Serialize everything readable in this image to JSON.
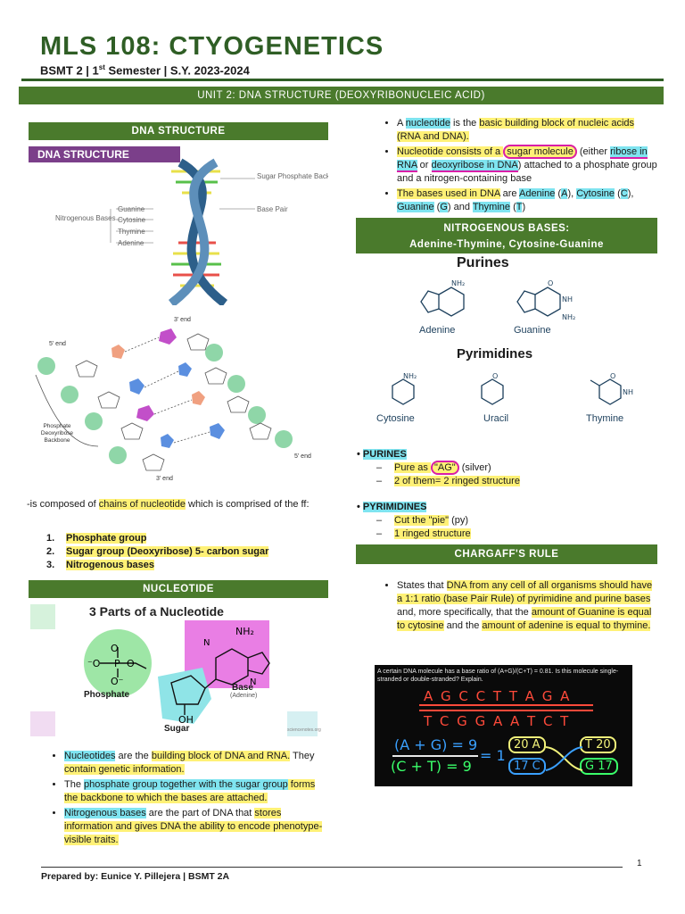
{
  "header": {
    "title": "MLS 108: CTYOGENETICS",
    "subtitle_prefix": "BSMT 2 | 1",
    "subtitle_sup": "st",
    "subtitle_suffix": " Semester | S.Y. 2023-2024"
  },
  "unit_bar": "UNIT 2: DNA STRUCTURE (DEOXYRIBONUCLEIC ACID)",
  "left": {
    "dna_structure_bar": "DNA STRUCTURE",
    "figure1": {
      "banner": "DNA STRUCTURE",
      "labels": {
        "sugar_phosphate": "Sugar Phosphate Backbone",
        "base_pair": "Base Pair",
        "nitrogenous": "Nitrogenous Bases",
        "guanine": "Guanine",
        "cytosine": "Cytosine",
        "thymine": "Thymine",
        "adenine": "Adenine"
      }
    },
    "figure2": {
      "five_end_left": "5' end",
      "three_end_top": "3' end",
      "five_end_right": "5' end",
      "three_end_bottom": "3' end",
      "backbone_label": "Phosphate Deoxyribose Backbone"
    },
    "composed": {
      "prefix": "-is composed of ",
      "highlight": "chains of nucleotide",
      "suffix": " which is comprised of the ff:"
    },
    "components": [
      {
        "num": "1.",
        "text": "Phosphate group"
      },
      {
        "num": "2.",
        "a": "Sugar group (Deoxyribose) 5",
        "b": "- carbon sugar"
      },
      {
        "num": "3.",
        "text": "Nitrogenous bases"
      }
    ],
    "nucleotide_bar": "NUCLEOTIDE",
    "figure3": {
      "title": "3 Parts of a Nucleotide",
      "phosphate": "Phosphate",
      "sugar": "Sugar",
      "base": "Base",
      "base_sub": "(Adenine)",
      "credit": "sciencenotes.org"
    },
    "bullets": [
      {
        "a": "Nucleotides",
        "b": " are the ",
        "c": "building block of DNA and RNA.",
        "d": " They ",
        "e": "contain genetic information."
      },
      {
        "a": "The ",
        "b": "phosphate group together with the sugar group",
        "c": " forms the backbone to which the bases are attached."
      },
      {
        "a": "Nitrogenous bases",
        "b": " are the part of DNA that ",
        "c": "stores information and gives",
        "d": " DNA the ability to encode phenotype",
        "e": "-visible traits."
      }
    ]
  },
  "right": {
    "bullets_top": [
      {
        "a": "A ",
        "b": "nucleotide",
        "c": " is the ",
        "d": "basic building block of nucleic acids (RNA and DNA)."
      },
      {
        "a": "Nucleotide consists of a ",
        "b": "sugar molecule",
        "c": " (either ",
        "d": "ribose in RNA",
        "e": " or ",
        "f": "deoxyribose in DNA",
        "g": ") attached to a phosphate group and a nitrogen-containing base"
      },
      {
        "a": "The bases used in DNA",
        "b": " are ",
        "c": "Adenine",
        "d": " (",
        "e": "A",
        "f": "), ",
        "g": "Cytosine",
        "h": " (",
        "i": "C",
        "j": "), ",
        "k": "Guanine",
        "l": " (",
        "m": "G",
        "n": ") and ",
        "o": "Thymine",
        "p": " (",
        "q": "T",
        "r": ")"
      }
    ],
    "nitro_bar_line1": "NITROGENOUS BASES:",
    "nitro_bar_line2": "Adenine-Thymine, Cytosine-Guanine",
    "purines_title": "Purines",
    "pyrimidines_title": "Pyrimidines",
    "bases": {
      "adenine": "Adenine",
      "guanine": "Guanine",
      "cytosine": "Cytosine",
      "uracil": "Uracil",
      "thymine": "Thymine"
    },
    "purines_head": "PURINES",
    "purines_items": [
      {
        "dash": "–",
        "a": "Pure as ",
        "b": "\"AG\"",
        "c": " (silver)"
      },
      {
        "dash": "–",
        "a": "2 of them= 2 ringed structure"
      }
    ],
    "pyrimidines_head": "PYRIMIDINES",
    "pyrimidines_items": [
      {
        "dash": "–",
        "a": "Cut",
        "b": " the \"pie\"",
        "c": " (py)"
      },
      {
        "dash": "–",
        "a": "1 ringed structure"
      }
    ],
    "chargaff_bar": "CHARGAFF'S RULE",
    "chargaff": {
      "a": "States that ",
      "b": "DNA from any cell of all organisms should have a 1:1 ratio (base Pair Rule) of pyrimidine and purine bases",
      "c": " and, more specifically, that the ",
      "d": "amount of Guanine is equal to cytosine",
      "e": " and the ",
      "f": "amount of adenine is equal to thymine."
    },
    "board": {
      "question": "A certain DNA molecule has a base ratio of (A+G)/(C+T) = 0.81. Is this molecule single-stranded or double-stranded? Explain.",
      "strand1": "A G C C T T A G A",
      "strand2": "T C G G A A T C T",
      "eq1": "(A + G) = 9",
      "eq2": "(C + T) = 9",
      "eq_mid": "= 1",
      "box1a": "20 A",
      "box1b": "T 20",
      "box2a": "17 C",
      "box2b": "G 17"
    }
  },
  "footer": {
    "page": "1",
    "prepared": "Prepared by: Eunice Y. Pillejera | BSMT 2A"
  },
  "colors": {
    "green_dark": "#2f5e25",
    "green_bar": "#4a7a2c",
    "highlight_yellow": "#fff176",
    "highlight_cyan": "#7fe4f0",
    "pen_magenta": "#d91ea8"
  }
}
